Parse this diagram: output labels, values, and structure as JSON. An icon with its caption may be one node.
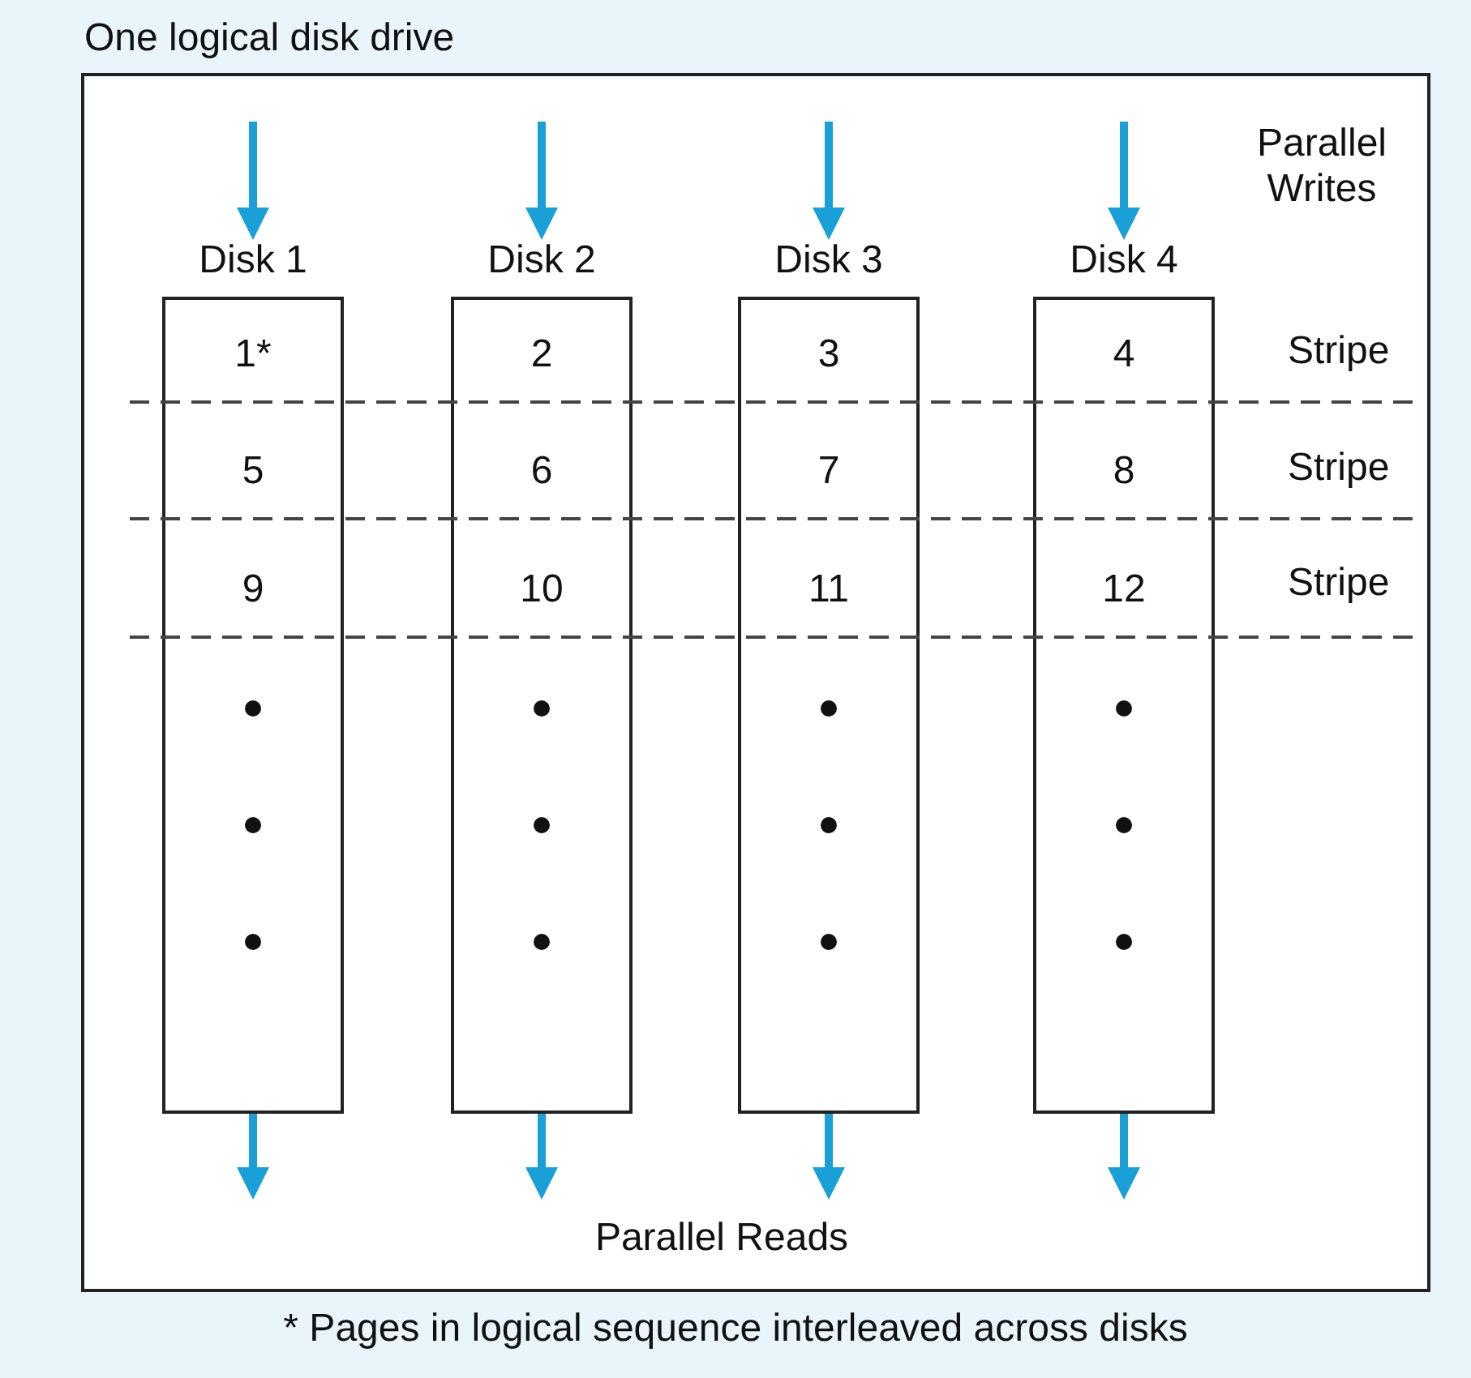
{
  "diagram": {
    "title": "One logical disk drive",
    "caption": "* Pages in logical sequence interleaved across disks",
    "nodes": [
      {
        "text": [],
        "shape": "box"
      },
      {
        "text": [
          "Disk 1",
          "1*",
          "5",
          "9"
        ],
        "in": 0
      },
      {
        "text": [
          "Disk 2",
          "2",
          "6",
          "10"
        ],
        "in": 0
      },
      {
        "text": [
          "Disk 3",
          "3",
          "7",
          "11"
        ],
        "in": 0
      },
      {
        "text": [
          "Disk 4",
          "4",
          "8",
          "12"
        ],
        "in": 0
      }
    ],
    "edges": [
      {
        "from": null,
        "to": 1,
        "arrow": "to"
      },
      {
        "from": null,
        "to": 2,
        "arrow": "to"
      },
      {
        "from": null,
        "to": 3,
        "arrow": "to"
      },
      {
        "from": null,
        "to": 4,
        "arrow": "to"
      },
      {
        "from": 1,
        "to": null,
        "arrow": "to"
      },
      {
        "from": 2,
        "to": null,
        "arrow": "to"
      },
      {
        "from": 3,
        "to": null,
        "arrow": "to"
      },
      {
        "from": 4,
        "to": null,
        "arrow": "to"
      }
    ],
    "labels": [
      "Parallel Writes",
      "Stripe",
      "Stripe",
      "Stripe",
      "Parallel Reads"
    ]
  }
}
